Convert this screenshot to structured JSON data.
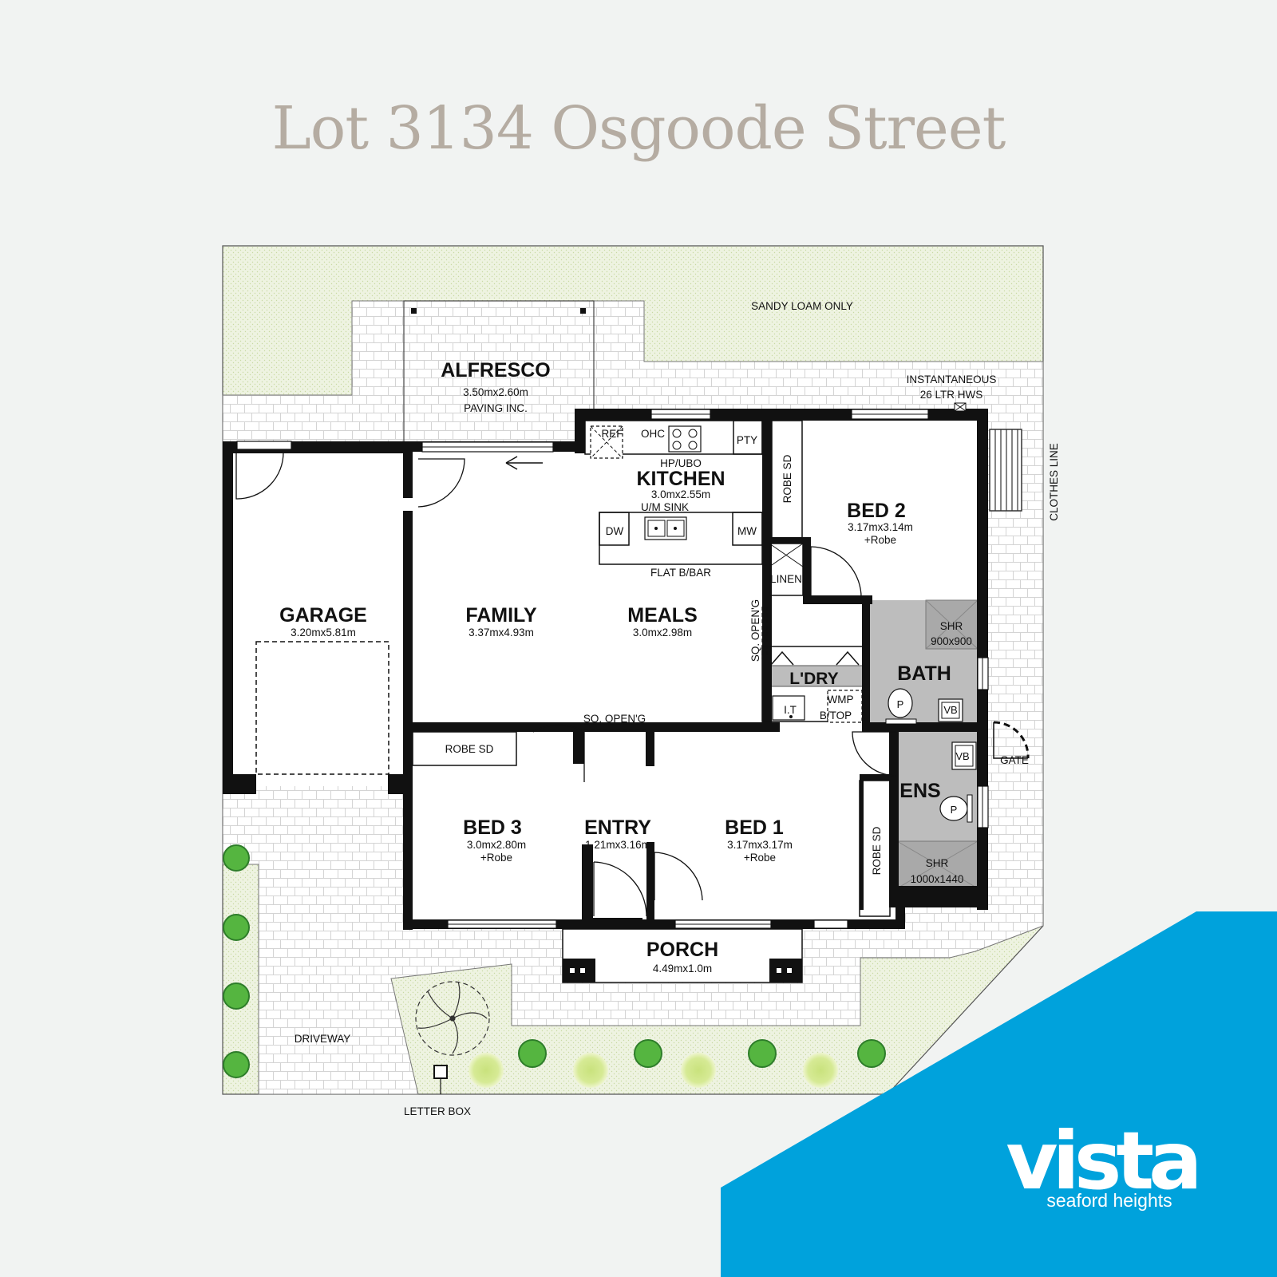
{
  "title": "Lot 3134 Osgoode Street",
  "rooms": {
    "alfresco": {
      "name": "ALFRESCO",
      "dims": "3.50mx2.60m",
      "note": "PAVING INC."
    },
    "kitchen": {
      "name": "KITCHEN",
      "dims": "3.0mx2.55m"
    },
    "bed2": {
      "name": "BED 2",
      "dims": "3.17mx3.14m",
      "note": "+Robe"
    },
    "garage": {
      "name": "GARAGE",
      "dims": "3.20mx5.81m"
    },
    "family": {
      "name": "FAMILY",
      "dims": "3.37mx4.93m"
    },
    "meals": {
      "name": "MEALS",
      "dims": "3.0mx2.98m"
    },
    "bath": {
      "name": "BATH"
    },
    "laundry": {
      "name": "L'DRY"
    },
    "ens": {
      "name": "ENS"
    },
    "bed3": {
      "name": "BED 3",
      "dims": "3.0mx2.80m",
      "note": "+Robe"
    },
    "entry": {
      "name": "ENTRY",
      "dims": "1.21mx3.16m"
    },
    "bed1": {
      "name": "BED 1",
      "dims": "3.17mx3.17m",
      "note": "+Robe"
    },
    "porch": {
      "name": "PORCH",
      "dims": "4.49mx1.0m"
    }
  },
  "labels": {
    "sandy_loam": "SANDY LOAM ONLY",
    "instantaneous": "INSTANTANEOUS",
    "hws": "26 LTR HWS",
    "clothes_line": "CLOTHES LINE",
    "ref": "REF",
    "ohc": "OHC",
    "pty": "PTY",
    "hp_ubo": "HP/UBO",
    "um_sink": "U/M SINK",
    "dw": "DW",
    "mw": "MW",
    "flat_bbar": "FLAT B/BAR",
    "robe_sd": "ROBE SD",
    "linen": "LINEN",
    "sq_openg": "SQ. OPEN'G",
    "shr": "SHR",
    "shr_bath_size": "900x900",
    "shr_ens_size": "1000x1440",
    "p": "P",
    "vb": "VB",
    "it": "I.T",
    "wmp": "WMP",
    "btop": "B/TOP",
    "gate": "GATE",
    "driveway": "DRIVEWAY",
    "letter_box": "LETTER BOX"
  },
  "brand": {
    "name": "vista",
    "tagline": "seaford heights"
  },
  "colors": {
    "wall": "#111111",
    "paving": "#ffffff",
    "lawn": "#edf3de",
    "wet_area": "#bdbdbd",
    "brand_blue": "#00a2dc",
    "title": "#b5aca2"
  }
}
